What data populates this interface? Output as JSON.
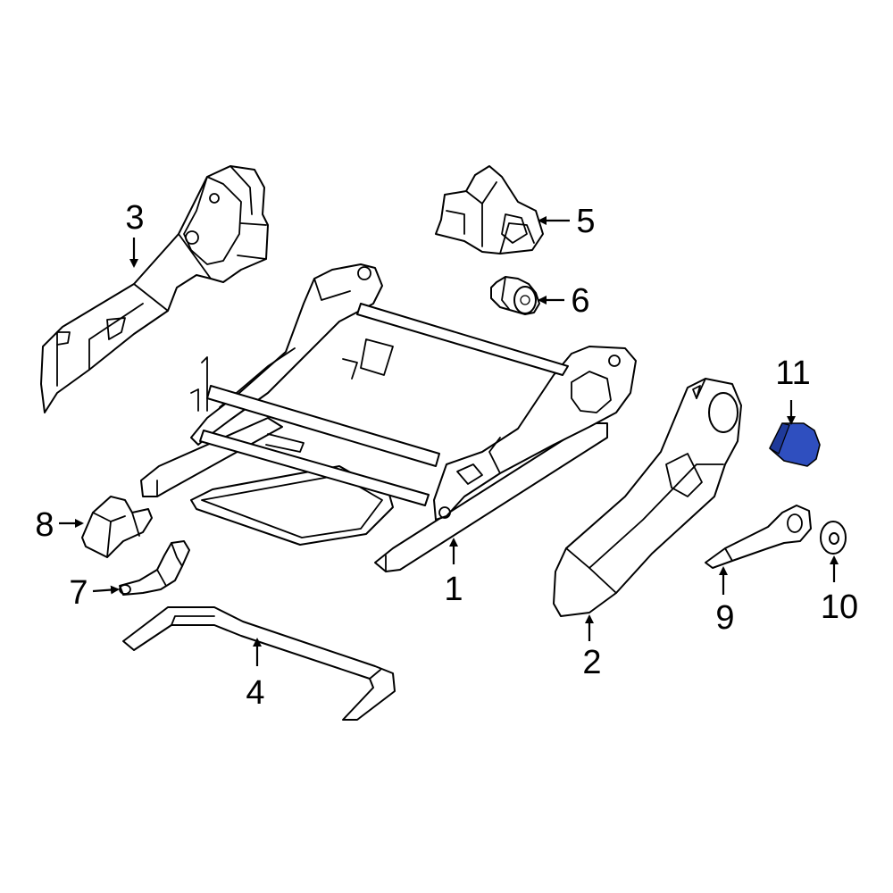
{
  "diagram": {
    "type": "exploded parts diagram",
    "callouts": [
      {
        "id": "1",
        "label": "1"
      },
      {
        "id": "2",
        "label": "2"
      },
      {
        "id": "3",
        "label": "3"
      },
      {
        "id": "4",
        "label": "4"
      },
      {
        "id": "5",
        "label": "5"
      },
      {
        "id": "6",
        "label": "6"
      },
      {
        "id": "7",
        "label": "7"
      },
      {
        "id": "8",
        "label": "8"
      },
      {
        "id": "9",
        "label": "9"
      },
      {
        "id": "10",
        "label": "10"
      },
      {
        "id": "11",
        "label": "11"
      }
    ],
    "highlighted_part": "11",
    "colors": {
      "line": "#000000",
      "background": "#ffffff",
      "highlight_fill": "#2f4fbf",
      "highlight_dark": "#1f3a9a"
    }
  }
}
